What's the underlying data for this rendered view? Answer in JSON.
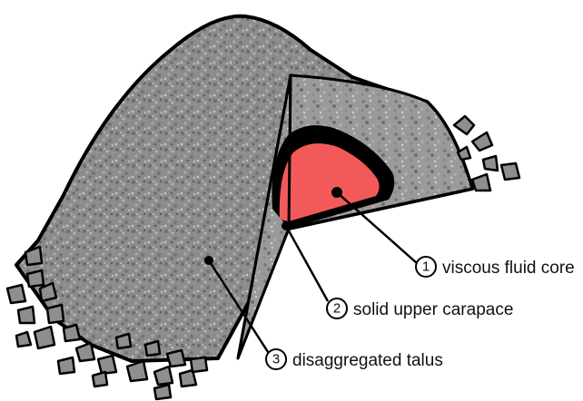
{
  "diagram": {
    "labels": [
      {
        "number": "1",
        "text": "viscous fluid core"
      },
      {
        "number": "2",
        "text": "solid upper carapace"
      },
      {
        "number": "3",
        "text": "disaggregated talus"
      }
    ],
    "colors": {
      "talus_fill": "#8a8a8a",
      "core_fill": "#f25a5a",
      "carapace": "#000000",
      "outline": "#000000"
    }
  }
}
